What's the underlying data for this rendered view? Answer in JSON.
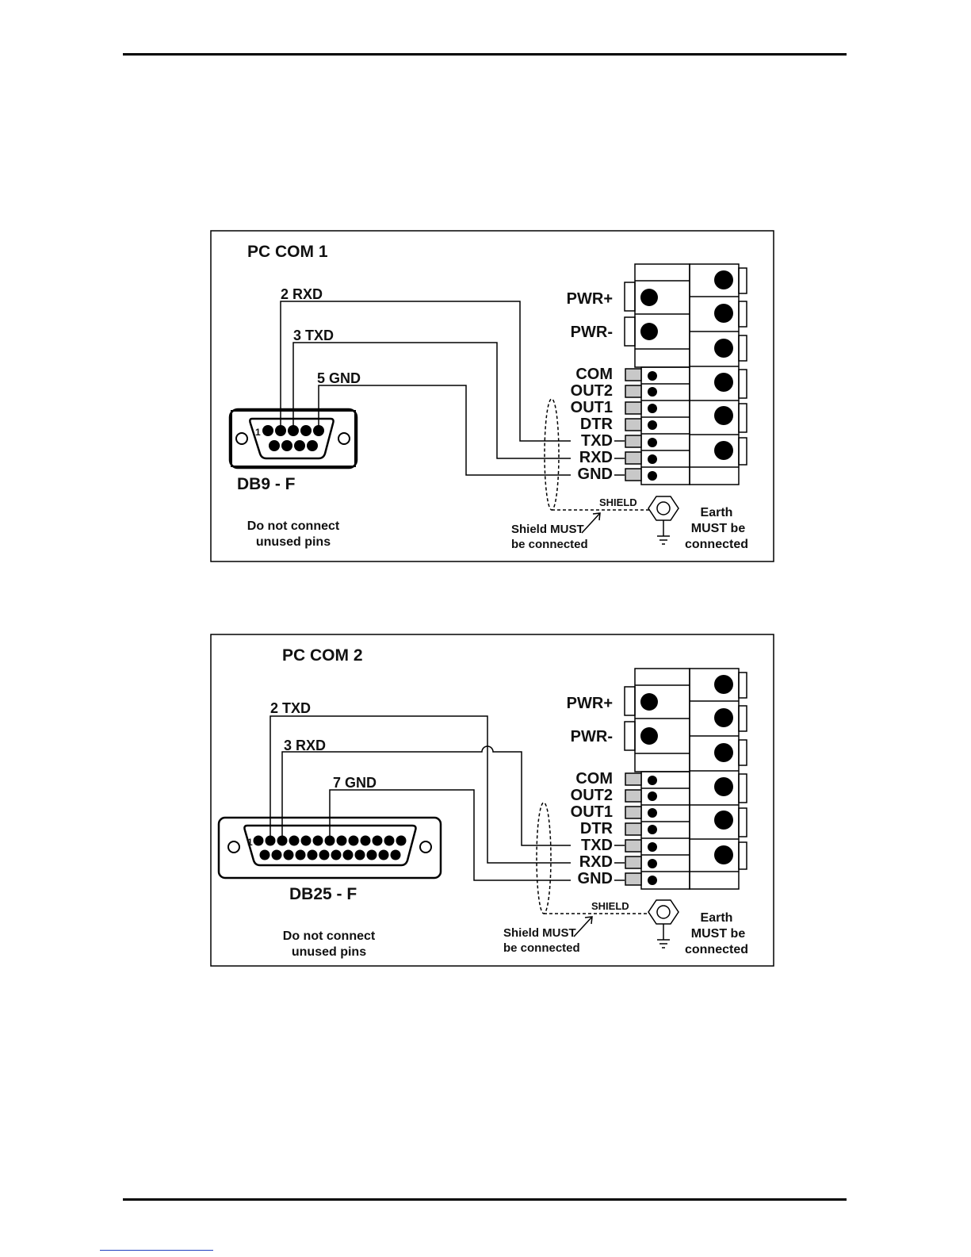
{
  "diagrams": [
    {
      "title": "PC COM 1",
      "connector_label": "DB9 - F",
      "pin1_label": "1",
      "wires": [
        {
          "label": "2  RXD",
          "terminal": "TXD"
        },
        {
          "label": "3  TXD",
          "terminal": "RXD"
        },
        {
          "label": "5  GND",
          "terminal": "GND"
        }
      ],
      "note_lines": [
        "Do not connect",
        "unused pins"
      ],
      "terminals": [
        "COM",
        "OUT2",
        "OUT1",
        "DTR",
        "TXD",
        "RXD",
        "GND"
      ],
      "power_labels": [
        "PWR+",
        "PWR-"
      ],
      "shield_label": "SHIELD",
      "shield_note_lines": [
        "Shield MUST",
        "be connected"
      ],
      "earth_note_lines": [
        "Earth",
        "MUST be",
        "connected"
      ]
    },
    {
      "title": "PC COM 2",
      "connector_label": "DB25 - F",
      "pin1_label": "1",
      "wires": [
        {
          "label": "2  TXD",
          "terminal": "RXD"
        },
        {
          "label": "3  RXD",
          "terminal": "TXD"
        },
        {
          "label": "7  GND",
          "terminal": "GND"
        }
      ],
      "note_lines": [
        "Do not connect",
        "unused pins"
      ],
      "terminals": [
        "COM",
        "OUT2",
        "OUT1",
        "DTR",
        "TXD",
        "RXD",
        "GND"
      ],
      "power_labels": [
        "PWR+",
        "PWR-"
      ],
      "shield_label": "SHIELD",
      "shield_note_lines": [
        "Shield MUST",
        "be connected"
      ],
      "earth_note_lines": [
        "Earth",
        "MUST be",
        "connected"
      ]
    }
  ]
}
